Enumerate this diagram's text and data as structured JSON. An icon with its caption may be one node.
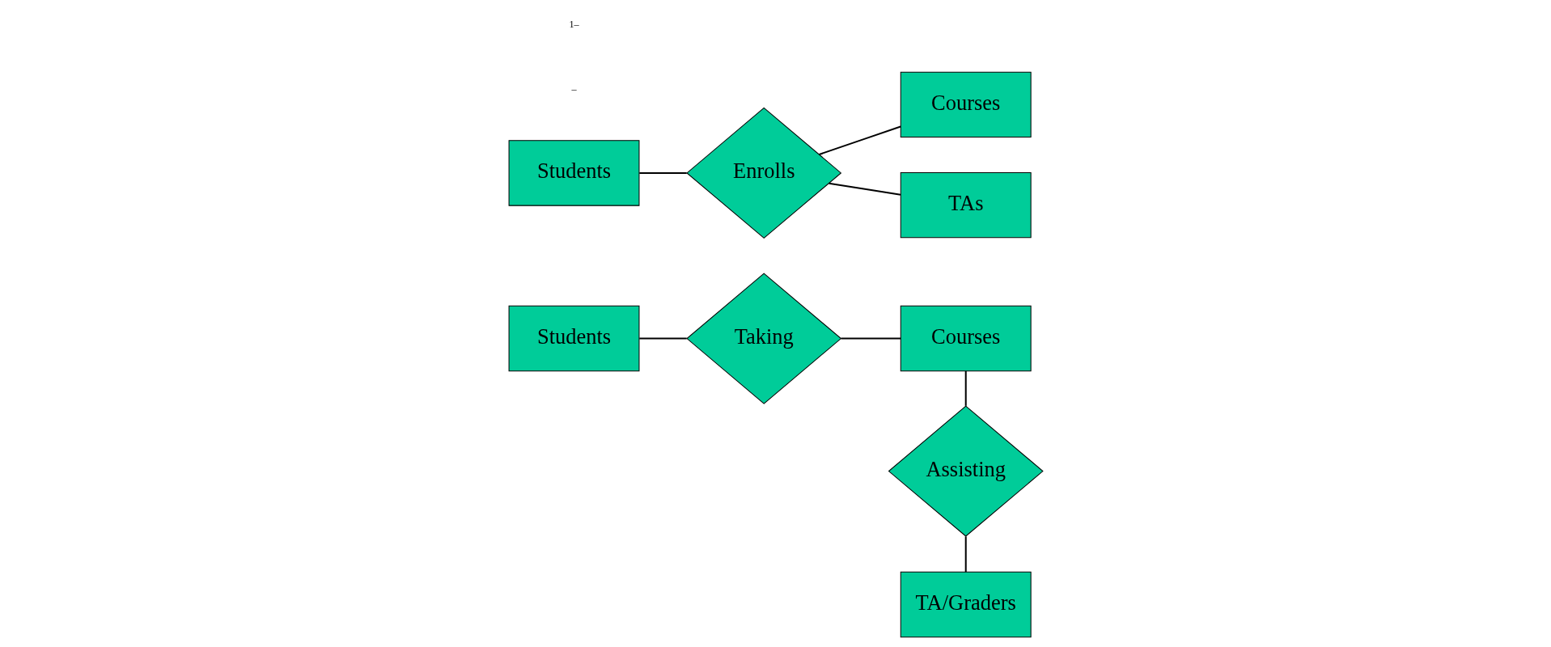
{
  "diagram": {
    "nodes": [
      {
        "text": [
          "Students"
        ]
      },
      {
        "text": [
          "Taking"
        ]
      },
      {
        "text": [
          "Courses"
        ]
      },
      {
        "text": [
          "Assisting"
        ]
      },
      {
        "text": [
          "TA/Graders"
        ]
      },
      {
        "text": [
          "Students"
        ]
      },
      {
        "text": [
          "Enrolls"
        ]
      },
      {
        "text": [
          "Courses"
        ]
      },
      {
        "text": [
          "TAs"
        ]
      }
    ],
    "edges": [
      {
        "from": 0,
        "to": 1,
        "arrow": "none"
      },
      {
        "from": 1,
        "to": 2,
        "arrow": "none"
      },
      {
        "from": 2,
        "to": 3,
        "arrow": "none"
      },
      {
        "from": 3,
        "to": 4,
        "arrow": "none"
      },
      {
        "from": 5,
        "to": 6,
        "arrow": "none"
      },
      {
        "from": 6,
        "to": 7,
        "arrow": "none"
      },
      {
        "from": 6,
        "to": 8,
        "arrow": "none"
      }
    ],
    "labels": [
      "–",
      "1–"
    ]
  }
}
